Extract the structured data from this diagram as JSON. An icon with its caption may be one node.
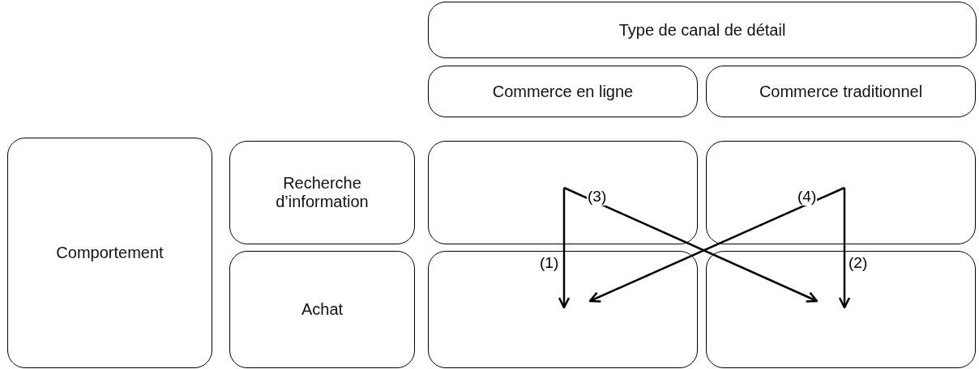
{
  "diagram": {
    "nodes": [
      {
        "text": [
          "Type de canal de détail"
        ]
      },
      {
        "text": [
          "Commerce en ligne"
        ]
      },
      {
        "text": [
          "Commerce traditionnel"
        ]
      },
      {
        "text": [
          "Comportement"
        ]
      },
      {
        "text": [
          "Recherche d’information"
        ]
      },
      {
        "text": [
          "Achat"
        ]
      },
      {
        "text": [],
        "shape": "box"
      },
      {
        "text": [],
        "shape": "box"
      },
      {
        "text": [],
        "shape": "box"
      },
      {
        "text": [],
        "shape": "box"
      }
    ],
    "edges": [
      {
        "from": 6,
        "to": 8,
        "arrow": "to",
        "label": "(1)"
      },
      {
        "from": 7,
        "to": 9,
        "arrow": "to",
        "label": "(2)"
      },
      {
        "from": 6,
        "to": 9,
        "arrow": "to",
        "label": "(3)"
      },
      {
        "from": 7,
        "to": 8,
        "arrow": "to",
        "label": "(4)"
      }
    ]
  }
}
